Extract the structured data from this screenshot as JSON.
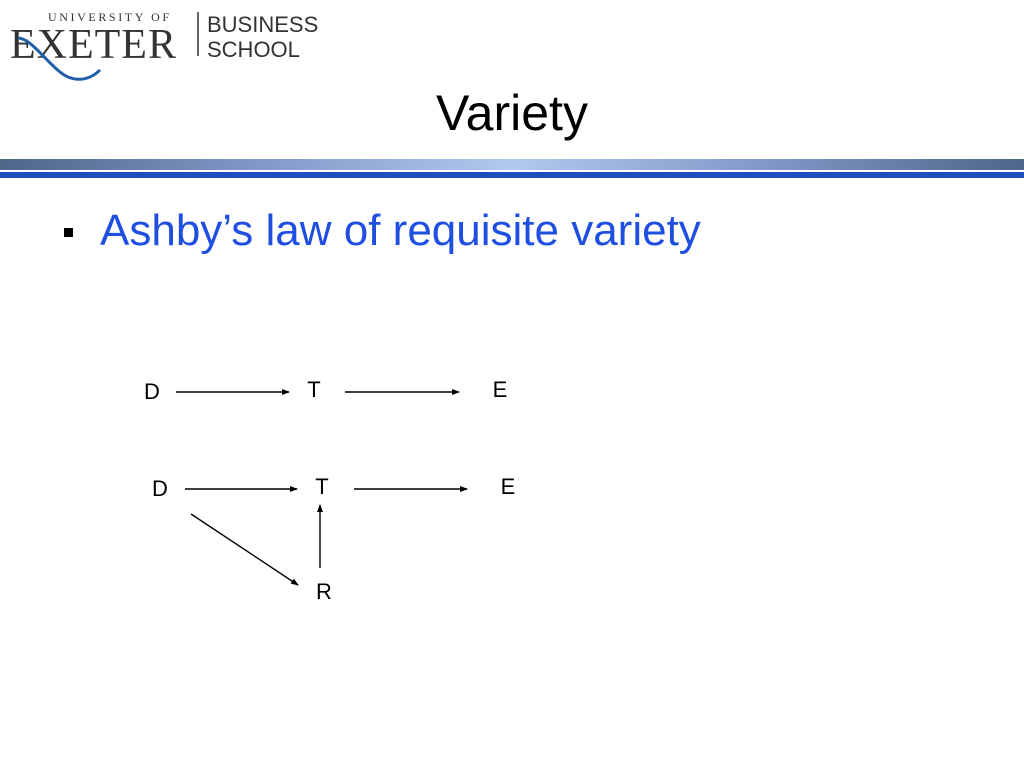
{
  "logo": {
    "university_of": "UNIVERSITY OF",
    "exeter": "EXETER",
    "business": "BUSINESS",
    "school": "SCHOOL",
    "brand_color": "#1f5fa8"
  },
  "slide": {
    "title": "Variety",
    "bullet": "Ashby’s law of requisite variety"
  },
  "diagram": {
    "row1": {
      "d": "D",
      "t": "T",
      "e": "E"
    },
    "row2": {
      "d": "D",
      "t": "T",
      "e": "E",
      "r": "R"
    },
    "edges": [
      {
        "from": "D",
        "to": "T"
      },
      {
        "from": "T",
        "to": "E"
      },
      {
        "from": "D",
        "to": "T"
      },
      {
        "from": "T",
        "to": "E"
      },
      {
        "from": "D",
        "to": "R"
      },
      {
        "from": "R",
        "to": "T"
      }
    ]
  }
}
